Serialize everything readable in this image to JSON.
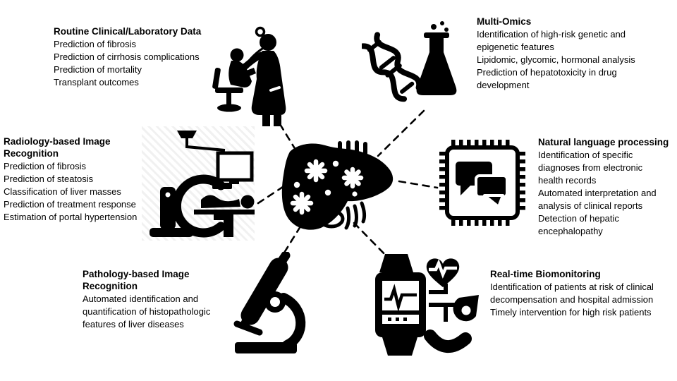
{
  "figure": {
    "subject": "AI applications in hepatology diagram",
    "colors": {
      "ink": "#000000",
      "background": "#ffffff",
      "hatch": "#f1f1f1"
    }
  },
  "center": {
    "icon": "liver-icon"
  },
  "nodes": [
    {
      "id": "routine-clinical",
      "title": "Routine Clinical/Laboratory Data",
      "icon": "physician-examination-icon",
      "items": [
        "Prediction of fibrosis",
        "Prediction of cirrhosis complications",
        "Prediction of mortality",
        "Transplant outcomes"
      ]
    },
    {
      "id": "multi-omics",
      "title": "Multi-Omics",
      "icon": "dna-flask-icon",
      "items": [
        "Identification of high-risk genetic and epigenetic features",
        "Lipidomic, glycomic, hormonal analysis",
        "Prediction of hepatotoxicity in drug development"
      ]
    },
    {
      "id": "radiology-image-recognition",
      "title": "Radiology-based Image Recognition",
      "icon": "radiology-scanner-icon",
      "items": [
        "Prediction of fibrosis",
        "Prediction of steatosis",
        "Classification of liver masses",
        "Prediction of treatment response",
        "Estimation of portal hypertension"
      ]
    },
    {
      "id": "natural-language-processing",
      "title": "Natural language processing",
      "icon": "nlp-chip-icon",
      "items": [
        "Identification of specific diagnoses from electronic health records",
        "Automated interpretation and analysis of clinical reports",
        "Detection of hepatic encephalopathy"
      ]
    },
    {
      "id": "pathology-image-recognition",
      "title": "Pathology-based Image Recognition",
      "icon": "microscope-icon",
      "items": [
        "Automated identification and quantification of histopathologic features of liver diseases"
      ]
    },
    {
      "id": "real-time-biomonitoring",
      "title": "Real-time Biomonitoring",
      "icon": "wearable-biomonitoring-icon",
      "items": [
        "Identification of patients at risk of clinical decompensation and hospital admission",
        "Timely intervention for high risk patients"
      ]
    }
  ]
}
